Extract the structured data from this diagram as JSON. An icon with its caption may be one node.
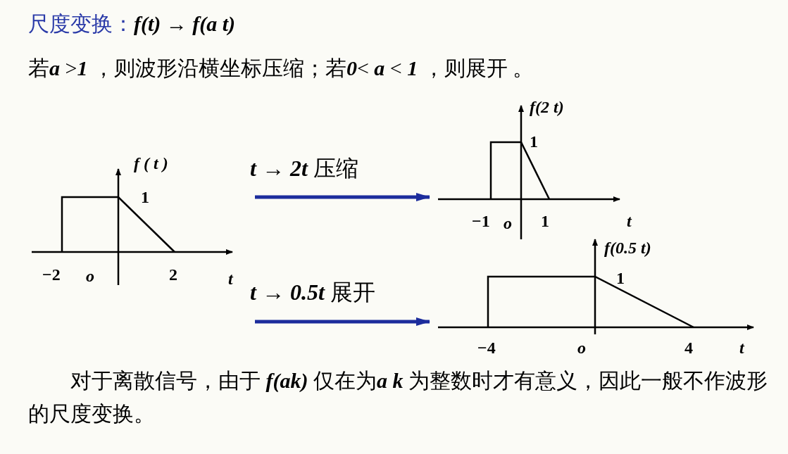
{
  "diagram": {
    "title": "尺度变换：**f(t) → f(a t)**",
    "nodes": [
      {
        "text": [
          "f ( t )",
          "1",
          "−2",
          "o",
          "2",
          "t"
        ]
      },
      {
        "text": [
          "f(2 t)",
          "1",
          "−1",
          "o",
          "1",
          "t"
        ]
      },
      {
        "text": [
          "f(0.5 t)",
          "1",
          "−4",
          "o",
          "4",
          "t"
        ]
      }
    ],
    "edges": [
      {
        "from": 0,
        "to": 1,
        "arrow": "to",
        "label": "**t → 2t** 压缩"
      },
      {
        "from": 0,
        "to": 2,
        "arrow": "to",
        "label": "**t → 0.5t** 展开"
      }
    ],
    "labels": [
      "若**a** >**1** ，则波形沿横坐标压缩；若**0**< **a** < **1** ，则展开 。",
      "对于离散信号，由于 **f(ak)** 仅在为**a k** 为整数时才有意义，因此一般不作波形的尺度变换。"
    ]
  }
}
